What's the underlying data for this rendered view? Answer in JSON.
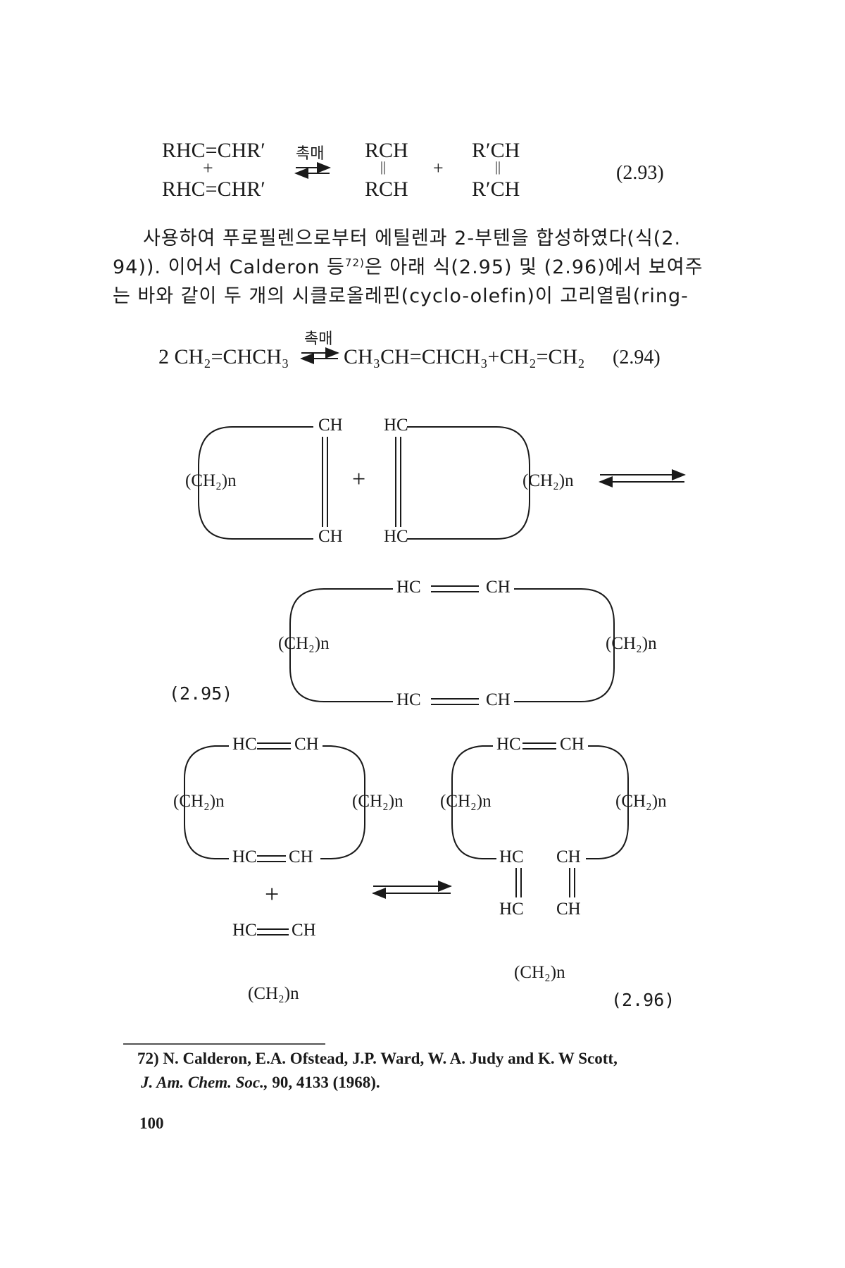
{
  "eq_2_93": {
    "reactant_top": "RHC=CHR′",
    "plus": "+",
    "reactant_bottom": "RHC=CHR′",
    "catalyst": "촉매",
    "product1_top": "RCH",
    "product1_bond": "||",
    "product1_bottom": "RCH",
    "plus2": "+",
    "product2_top": "R′CH",
    "product2_bond": "||",
    "product2_bottom": "R′CH",
    "number": "(2.93)"
  },
  "paragraph": {
    "line1": "사용하여  푸로필렌으로부터  에틸렌과  2-부텐을  합성하였다(식(2.",
    "line2": "94)). 이어서  Calderon 등",
    "line2_sup": "72)",
    "line2_rest": "은  아래  식(2.95)  및  (2.96)에서  보여주",
    "line3": "는  바와  같이  두  개의  시클로올레핀(cyclo-olefin)이  고리열림(ring-"
  },
  "eq_2_94": {
    "catalyst": "촉매",
    "left": "2 CH₂=CHCH₃",
    "right": "CH₃CH=CHCH₃+CH₂=CH₂",
    "number": "(2.94)"
  },
  "eq_2_95": {
    "ring1_ch_top": "CH",
    "ring1_ch_bottom": "CH",
    "ring1_label": "(CH₂)n",
    "plus": "+",
    "ring2_hc_top": "HC",
    "ring2_hc_bottom": "HC",
    "ring2_label": "(CH₂)n",
    "prod_hc_top": "HC",
    "prod_ch_top": "CH",
    "prod_hc_bottom": "HC",
    "prod_ch_bottom": "CH",
    "prod_left_label": "(CH₂)n",
    "prod_right_label": "(CH₂)n",
    "number": "(2.95)"
  },
  "eq_2_96": {
    "ring_hc_top": "HC",
    "ring_ch_top": "CH",
    "ring_hc_bottom": "HC",
    "ring_ch_bottom": "CH",
    "ring_left_label": "(CH₂)n",
    "ring_right_label": "(CH₂)n",
    "plus": "+",
    "alkene_hc": "HC",
    "alkene_ch": "CH",
    "alkene_label": "(CH₂)n",
    "prod_hc_top": "HC",
    "prod_ch_top": "CH",
    "prod_left_label": "(CH₂)n",
    "prod_right_label": "(CH₂)n",
    "prod_hc_mid": "HC",
    "prod_ch_mid": "CH",
    "prod_hc_low": "HC",
    "prod_ch_low": "CH",
    "prod_bottom_label": "(CH₂)n",
    "number": "(2.96)"
  },
  "footnote": {
    "line1": "72) N. Calderon, E.A. Ofstead, J.P. Ward, W. A. Judy and K. W  Scott,",
    "line2_journal": "J. Am. Chem. Soc.,",
    "line2_rest": " 90, 4133 (1968)."
  },
  "page_number": "100"
}
